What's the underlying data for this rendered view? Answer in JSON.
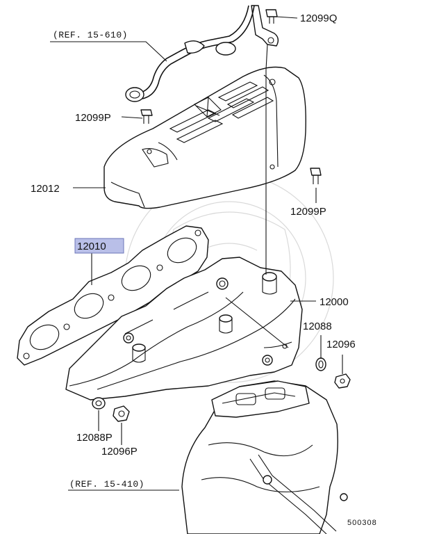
{
  "diagram": {
    "labels": {
      "ref_top": "(REF. 15-610)",
      "ref_bottom": "(REF. 15-410)",
      "p12099Q": "12099Q",
      "p12099P_left": "12099P",
      "p12099P_right": "12099P",
      "p12012": "12012",
      "p12010": "12010",
      "p12000": "12000",
      "p12088": "12088",
      "p12096": "12096",
      "p12088P": "12088P",
      "p12096P": "12096P",
      "figure_code": "500308"
    },
    "highlight_color": "#b9bfe8"
  }
}
